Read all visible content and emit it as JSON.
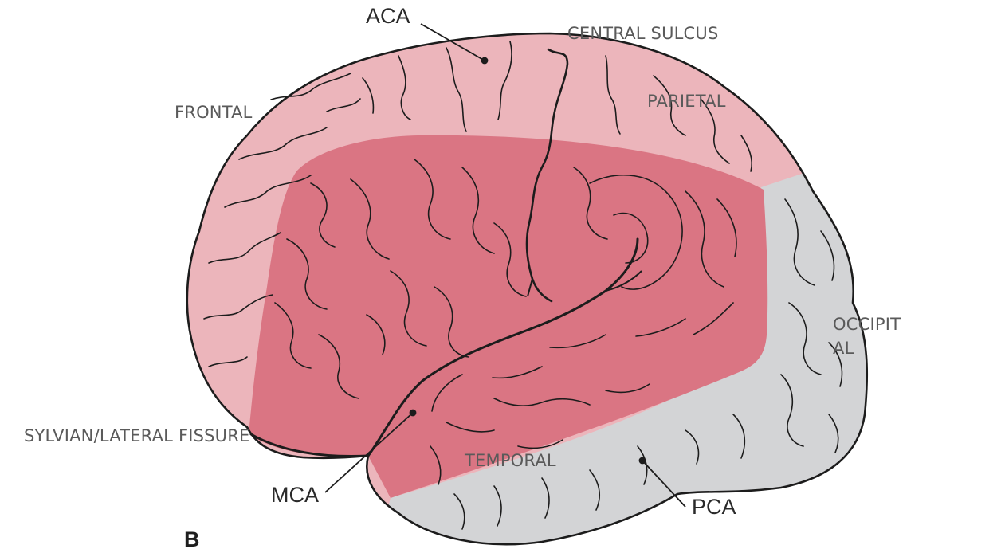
{
  "panel_letter": "B",
  "lobes": {
    "frontal": "FRONTAL",
    "parietal": "PARIETAL",
    "occipital_line1": "OCCIPIT",
    "occipital_line2": "AL",
    "temporal": "TEMPORAL"
  },
  "landmarks": {
    "central_sulcus": "CENTRAL SULCUS",
    "sylvian_fissure": "SYLVIAN/LATERAL FISSURE"
  },
  "arteries": {
    "aca": "ACA",
    "mca": "MCA",
    "pca": "PCA"
  },
  "colors": {
    "aca_territory": "#ecb5bb",
    "mca_territory": "#da7583",
    "pca_territory": "#d3d4d6",
    "outline": "#1c1c1c"
  }
}
